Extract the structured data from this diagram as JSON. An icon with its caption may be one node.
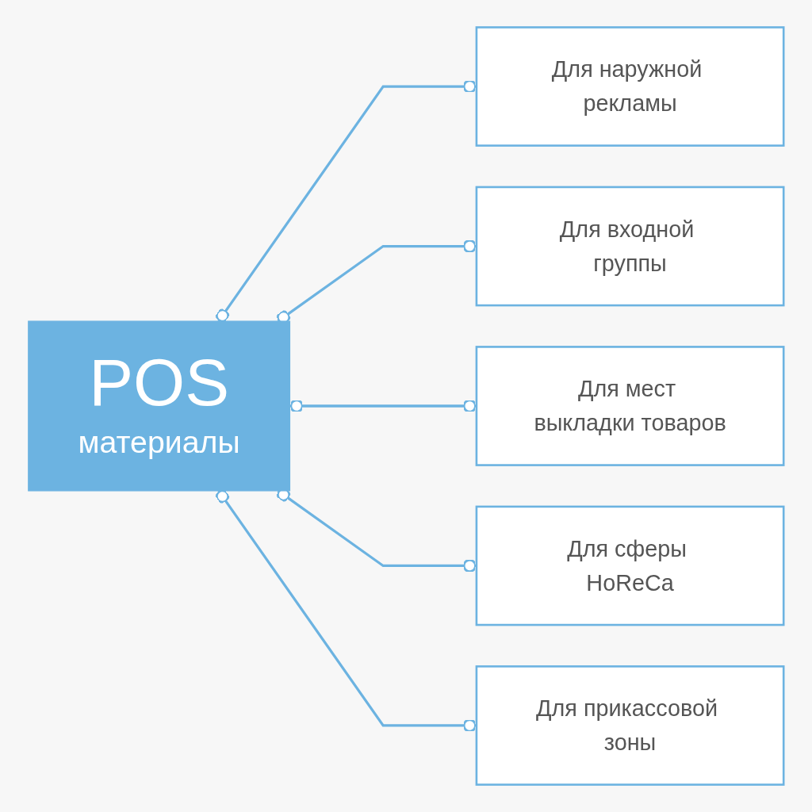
{
  "diagram": {
    "nodes": [
      {
        "text": [
          "POS",
          "материалы"
        ]
      },
      {
        "text": [
          "Для наружной рекламы"
        ]
      },
      {
        "text": [
          "Для входной группы"
        ]
      },
      {
        "text": [
          "Для мест выкладки товаров"
        ]
      },
      {
        "text": [
          "Для сферы HoReCa"
        ]
      },
      {
        "text": [
          "Для прикассовой зоны"
        ]
      }
    ],
    "edges": [
      {
        "from": 0,
        "to": 1,
        "arrow": "other"
      },
      {
        "from": 0,
        "to": 2,
        "arrow": "other"
      },
      {
        "from": 0,
        "to": 3,
        "arrow": "other"
      },
      {
        "from": 0,
        "to": 4,
        "arrow": "other"
      },
      {
        "from": 0,
        "to": 5,
        "arrow": "other"
      }
    ]
  }
}
